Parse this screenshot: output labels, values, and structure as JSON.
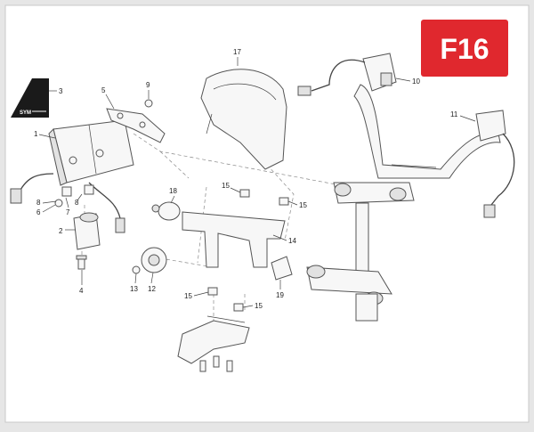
{
  "badge": {
    "text": "F16",
    "color": "#e0282e"
  },
  "decal_text": "SYM",
  "parts": [
    {
      "id": "1",
      "label": "1"
    },
    {
      "id": "2",
      "label": "2"
    },
    {
      "id": "3",
      "label": "3"
    },
    {
      "id": "4",
      "label": "4"
    },
    {
      "id": "5",
      "label": "5"
    },
    {
      "id": "6",
      "label": "6"
    },
    {
      "id": "7",
      "label": "7"
    },
    {
      "id": "8a",
      "label": "8"
    },
    {
      "id": "8b",
      "label": "8"
    },
    {
      "id": "9",
      "label": "9"
    },
    {
      "id": "10",
      "label": "10"
    },
    {
      "id": "11",
      "label": "11"
    },
    {
      "id": "12",
      "label": "12"
    },
    {
      "id": "13",
      "label": "13"
    },
    {
      "id": "14",
      "label": "14"
    },
    {
      "id": "15a",
      "label": "15"
    },
    {
      "id": "15b",
      "label": "15"
    },
    {
      "id": "15c",
      "label": "15"
    },
    {
      "id": "15d",
      "label": "15"
    },
    {
      "id": "17",
      "label": "17"
    },
    {
      "id": "18",
      "label": "18"
    },
    {
      "id": "19",
      "label": "19"
    }
  ]
}
